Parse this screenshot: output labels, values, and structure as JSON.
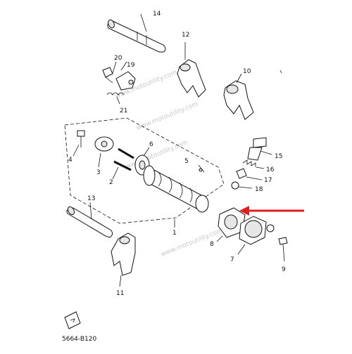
{
  "diagram": {
    "callouts": {
      "n1": "1",
      "n2": "2",
      "n3": "3",
      "n4": "4",
      "n5": "5",
      "n6": "6",
      "n7": "7",
      "n8": "8",
      "n9": "9",
      "n10": "10",
      "n11": "11",
      "n12": "12",
      "n13": "13",
      "n14": "14",
      "n15": "15",
      "n16": "16",
      "n17": "17",
      "n18": "18",
      "n19": "19",
      "n20": "20",
      "n21": "21"
    },
    "part_code": "5664-B120",
    "watermark": "www.motoutility.com",
    "arrow_color": "#e02020",
    "ink_color": "#111111"
  }
}
